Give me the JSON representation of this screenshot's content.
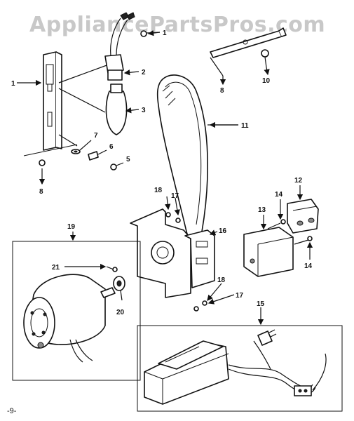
{
  "watermark": "AppliancePartsPros.com",
  "page_number": "-9-",
  "callouts": {
    "n1a": "1",
    "n1b": "1",
    "n2": "2",
    "n3": "3",
    "n5": "5",
    "n6": "6",
    "n7": "7",
    "n8a": "8",
    "n8b": "8",
    "n10": "10",
    "n11": "11",
    "n12": "12",
    "n13": "13",
    "n14a": "14",
    "n14b": "14",
    "n15": "15",
    "n16": "16",
    "n17a": "17",
    "n17b": "17",
    "n18a": "18",
    "n18b": "18",
    "n19": "19",
    "n20": "20",
    "n21": "21"
  }
}
